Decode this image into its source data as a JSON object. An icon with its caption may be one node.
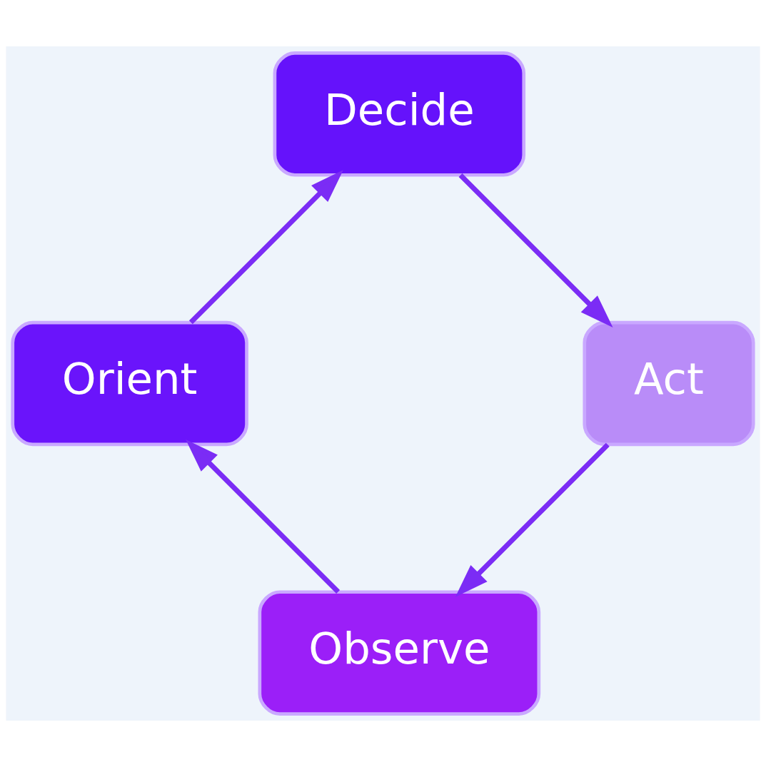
{
  "diagram": {
    "nodes": [
      {
        "text": [
          "Observe"
        ]
      },
      {
        "text": [
          "Orient"
        ]
      },
      {
        "text": [
          "Decide"
        ]
      },
      {
        "text": [
          "Act"
        ]
      }
    ],
    "edges": [
      {
        "from": 0,
        "to": 1,
        "arrow": "to"
      },
      {
        "from": 1,
        "to": 2,
        "arrow": "to"
      },
      {
        "from": 2,
        "to": 3,
        "arrow": "to"
      },
      {
        "from": 3,
        "to": 0,
        "arrow": "to"
      }
    ]
  }
}
